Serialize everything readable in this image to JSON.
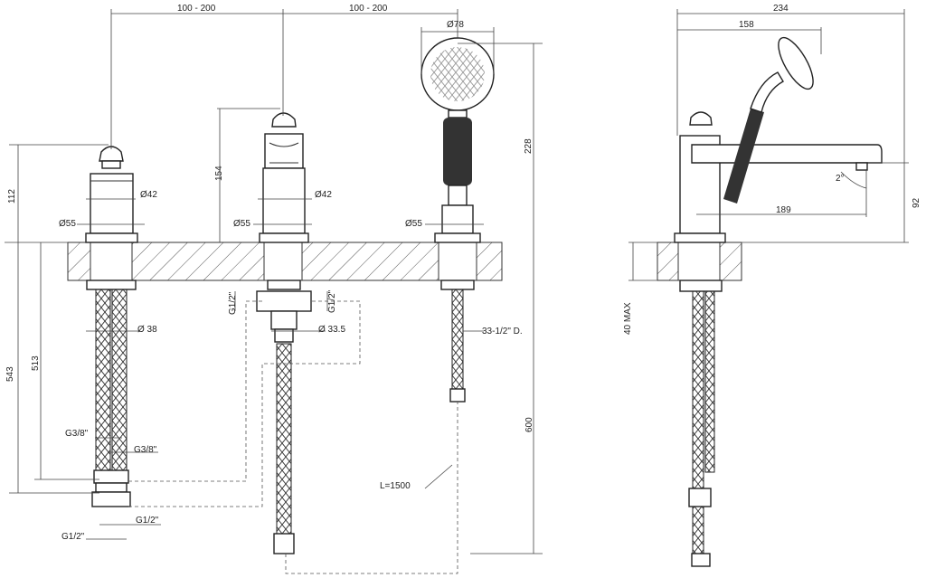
{
  "front_view": {
    "spacing_left": "100 - 200",
    "spacing_right": "100 - 200",
    "handshower_diameter": "Ø78",
    "height_handshower": "228",
    "height_left_valve": "112",
    "height_middle_valve": "154",
    "left_body_diameter": "Ø42",
    "left_base_diameter": "Ø55",
    "middle_body_diameter": "Ø42",
    "middle_base_diameter": "Ø55",
    "handshower_base_diameter": "Ø55",
    "left_shank_diameter": "Ø 38",
    "middle_shank_diameter": "Ø 33.5",
    "middle_thread_left": "G1/2\"",
    "middle_thread_right": "G1/2\"",
    "hose_thread": "33-1/2\" D.",
    "left_hose_length_total": "543",
    "left_hose_length_inner": "513",
    "middle_hose_length": "600",
    "left_thread_upper_a": "G3/8\"",
    "left_thread_upper_b": "G3/8\"",
    "left_thread_lower_a": "G1/2\"",
    "left_thread_lower_b": "G1/2\"",
    "hose_length": "L=1500"
  },
  "side_view": {
    "total_depth": "234",
    "handshower_depth": "158",
    "spout_reach": "189",
    "spout_height": "92",
    "spout_angle": "2°",
    "max_deck_thickness": "40 MAX"
  }
}
